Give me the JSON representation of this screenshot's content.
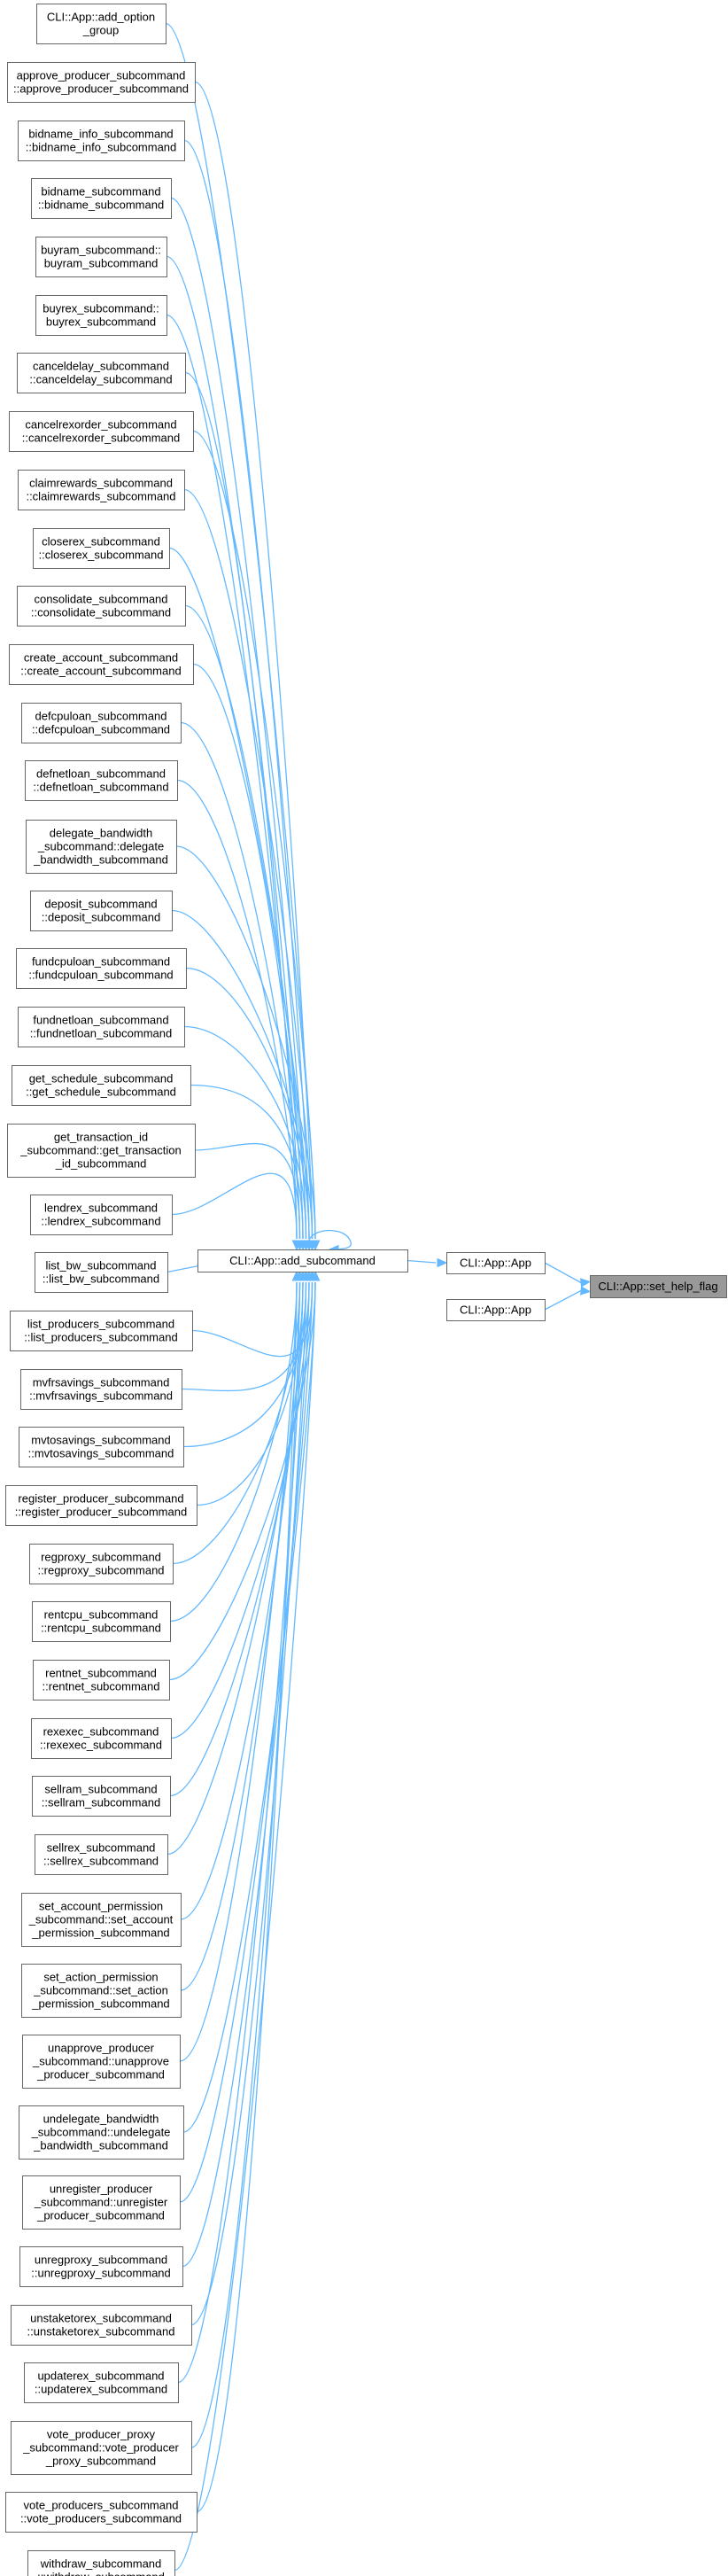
{
  "diagram": {
    "type": "call-graph",
    "colors": {
      "edge": "#63b8ff",
      "node_border": "#666666",
      "focus_fill": "#999999"
    },
    "focus": {
      "id": "set_help_flag",
      "lines": [
        "CLI::App::set_help_flag"
      ]
    },
    "middle": [
      {
        "id": "app1",
        "lines": [
          "CLI::App::App"
        ]
      },
      {
        "id": "app2",
        "lines": [
          "CLI::App::App"
        ]
      }
    ],
    "hub": {
      "id": "add_subcommand",
      "lines": [
        "CLI::App::add_subcommand"
      ]
    },
    "callers": [
      {
        "id": "c00",
        "lines": [
          "CLI::App::add_option",
          "_group"
        ]
      },
      {
        "id": "c01",
        "lines": [
          "approve_producer_subcommand",
          "::approve_producer_subcommand"
        ]
      },
      {
        "id": "c02",
        "lines": [
          "bidname_info_subcommand",
          "::bidname_info_subcommand"
        ]
      },
      {
        "id": "c03",
        "lines": [
          "bidname_subcommand",
          "::bidname_subcommand"
        ]
      },
      {
        "id": "c04",
        "lines": [
          "buyram_subcommand::",
          "buyram_subcommand"
        ]
      },
      {
        "id": "c05",
        "lines": [
          "buyrex_subcommand::",
          "buyrex_subcommand"
        ]
      },
      {
        "id": "c06",
        "lines": [
          "canceldelay_subcommand",
          "::canceldelay_subcommand"
        ]
      },
      {
        "id": "c07",
        "lines": [
          "cancelrexorder_subcommand",
          "::cancelrexorder_subcommand"
        ]
      },
      {
        "id": "c08",
        "lines": [
          "claimrewards_subcommand",
          "::claimrewards_subcommand"
        ]
      },
      {
        "id": "c09",
        "lines": [
          "closerex_subcommand",
          "::closerex_subcommand"
        ]
      },
      {
        "id": "c10",
        "lines": [
          "consolidate_subcommand",
          "::consolidate_subcommand"
        ]
      },
      {
        "id": "c11",
        "lines": [
          "create_account_subcommand",
          "::create_account_subcommand"
        ]
      },
      {
        "id": "c12",
        "lines": [
          "defcpuloan_subcommand",
          "::defcpuloan_subcommand"
        ]
      },
      {
        "id": "c13",
        "lines": [
          "defnetloan_subcommand",
          "::defnetloan_subcommand"
        ]
      },
      {
        "id": "c14",
        "lines": [
          "delegate_bandwidth",
          "_subcommand::delegate",
          "_bandwidth_subcommand"
        ]
      },
      {
        "id": "c15",
        "lines": [
          "deposit_subcommand",
          "::deposit_subcommand"
        ]
      },
      {
        "id": "c16",
        "lines": [
          "fundcpuloan_subcommand",
          "::fundcpuloan_subcommand"
        ]
      },
      {
        "id": "c17",
        "lines": [
          "fundnetloan_subcommand",
          "::fundnetloan_subcommand"
        ]
      },
      {
        "id": "c18",
        "lines": [
          "get_schedule_subcommand",
          "::get_schedule_subcommand"
        ]
      },
      {
        "id": "c19",
        "lines": [
          "get_transaction_id",
          "_subcommand::get_transaction",
          "_id_subcommand"
        ]
      },
      {
        "id": "c20",
        "lines": [
          "lendrex_subcommand",
          "::lendrex_subcommand"
        ]
      },
      {
        "id": "c21",
        "lines": [
          "list_bw_subcommand",
          "::list_bw_subcommand"
        ]
      },
      {
        "id": "c22",
        "lines": [
          "list_producers_subcommand",
          "::list_producers_subcommand"
        ]
      },
      {
        "id": "c23",
        "lines": [
          "mvfrsavings_subcommand",
          "::mvfrsavings_subcommand"
        ]
      },
      {
        "id": "c24",
        "lines": [
          "mvtosavings_subcommand",
          "::mvtosavings_subcommand"
        ]
      },
      {
        "id": "c25",
        "lines": [
          "register_producer_subcommand",
          "::register_producer_subcommand"
        ]
      },
      {
        "id": "c26",
        "lines": [
          "regproxy_subcommand",
          "::regproxy_subcommand"
        ]
      },
      {
        "id": "c27",
        "lines": [
          "rentcpu_subcommand",
          "::rentcpu_subcommand"
        ]
      },
      {
        "id": "c28",
        "lines": [
          "rentnet_subcommand",
          "::rentnet_subcommand"
        ]
      },
      {
        "id": "c29",
        "lines": [
          "rexexec_subcommand",
          "::rexexec_subcommand"
        ]
      },
      {
        "id": "c30",
        "lines": [
          "sellram_subcommand",
          "::sellram_subcommand"
        ]
      },
      {
        "id": "c31",
        "lines": [
          "sellrex_subcommand",
          "::sellrex_subcommand"
        ]
      },
      {
        "id": "c32",
        "lines": [
          "set_account_permission",
          "_subcommand::set_account",
          "_permission_subcommand"
        ]
      },
      {
        "id": "c33",
        "lines": [
          "set_action_permission",
          "_subcommand::set_action",
          "_permission_subcommand"
        ]
      },
      {
        "id": "c34",
        "lines": [
          "unapprove_producer",
          "_subcommand::unapprove",
          "_producer_subcommand"
        ]
      },
      {
        "id": "c35",
        "lines": [
          "undelegate_bandwidth",
          "_subcommand::undelegate",
          "_bandwidth_subcommand"
        ]
      },
      {
        "id": "c36",
        "lines": [
          "unregister_producer",
          "_subcommand::unregister",
          "_producer_subcommand"
        ]
      },
      {
        "id": "c37",
        "lines": [
          "unregproxy_subcommand",
          "::unregproxy_subcommand"
        ]
      },
      {
        "id": "c38",
        "lines": [
          "unstaketorex_subcommand",
          "::unstaketorex_subcommand"
        ]
      },
      {
        "id": "c39",
        "lines": [
          "updaterex_subcommand",
          "::updaterex_subcommand"
        ]
      },
      {
        "id": "c40",
        "lines": [
          "vote_producer_proxy",
          "_subcommand::vote_producer",
          "_proxy_subcommand"
        ]
      },
      {
        "id": "c41",
        "lines": [
          "vote_producers_subcommand",
          "::vote_producers_subcommand"
        ]
      },
      {
        "id": "c42",
        "lines": [
          "withdraw_subcommand",
          "::withdraw_subcommand"
        ]
      }
    ]
  }
}
